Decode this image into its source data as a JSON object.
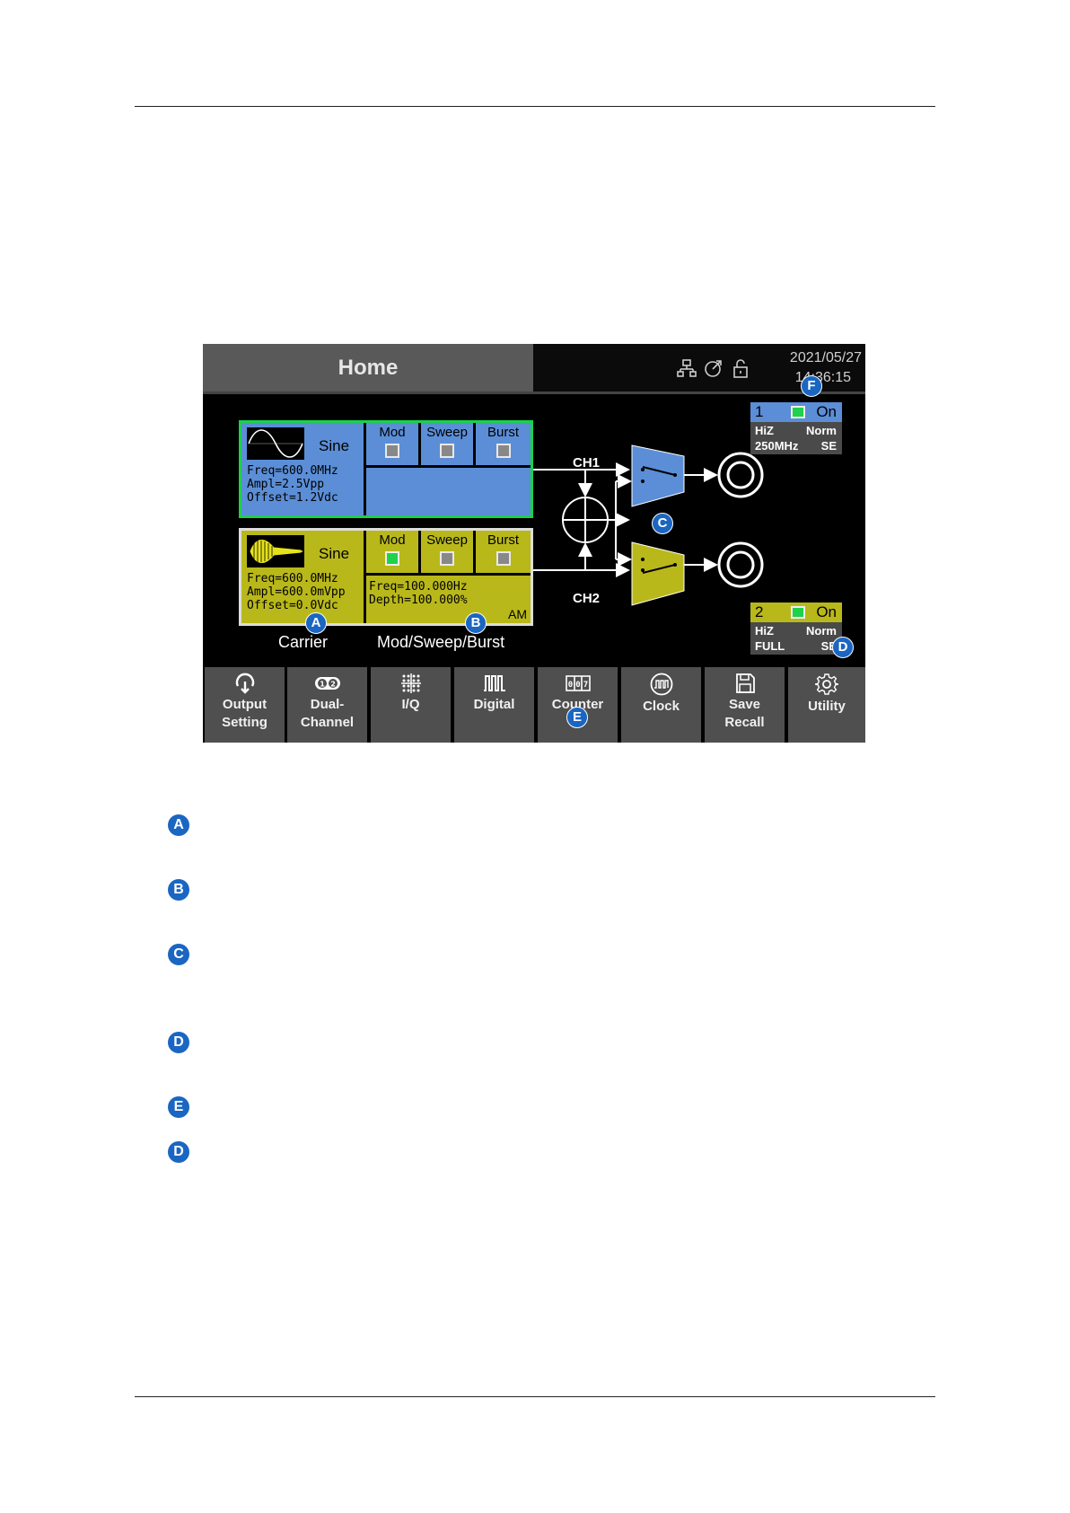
{
  "header": {
    "title": "Home",
    "date": "2021/05/27",
    "time": "14:36:15",
    "icons": [
      "network-icon",
      "remote-icon",
      "lock-icon"
    ]
  },
  "ch1": {
    "waveform": "Sine",
    "freq": "Freq=600.0MHz",
    "ampl": "Ampl=2.5Vpp",
    "offset": "Offset=1.2Vdc",
    "modes": [
      {
        "label": "Mod",
        "checked": false
      },
      {
        "label": "Sweep",
        "checked": false
      },
      {
        "label": "Burst",
        "checked": false
      }
    ],
    "label": "CH1"
  },
  "ch2": {
    "waveform": "Sine",
    "freq": "Freq=600.0MHz",
    "ampl": "Ampl=600.0mVpp",
    "offset": "Offset=0.0Vdc",
    "modes": [
      {
        "label": "Mod",
        "checked": true
      },
      {
        "label": "Sweep",
        "checked": false
      },
      {
        "label": "Burst",
        "checked": false
      }
    ],
    "mod_freq": "Freq=100.000Hz",
    "mod_depth": "Depth=100.000%",
    "mod_type": "AM",
    "label": "CH2"
  },
  "captions": {
    "carrier": "Carrier",
    "mod": "Mod/Sweep/Burst"
  },
  "out1": {
    "num": "1",
    "state": "On",
    "load": "HiZ",
    "mode": "Norm",
    "bw": "250MHz",
    "type": "SE"
  },
  "out2": {
    "num": "2",
    "state": "On",
    "load": "HiZ",
    "mode": "Norm",
    "bw": "FULL",
    "type": "SE"
  },
  "toolbar": [
    {
      "l1": "Output",
      "l2": "Setting",
      "icon": "output-icon"
    },
    {
      "l1": "Dual-",
      "l2": "Channel",
      "icon": "dual-channel-icon"
    },
    {
      "l1": "I/Q",
      "l2": "",
      "icon": "iq-icon"
    },
    {
      "l1": "Digital",
      "l2": "",
      "icon": "digital-icon"
    },
    {
      "l1": "Counter",
      "l2": "",
      "icon": "counter-icon"
    },
    {
      "l1": "Clock",
      "l2": "",
      "icon": "clock-icon"
    },
    {
      "l1": "Save",
      "l2": "Recall",
      "icon": "save-icon"
    },
    {
      "l1": "Utility",
      "l2": "",
      "icon": "gear-icon"
    }
  ],
  "markers": [
    "A",
    "B",
    "C",
    "D",
    "E",
    "F"
  ],
  "legend": [
    "A",
    "B",
    "C",
    "D",
    "E",
    "D"
  ],
  "colors": {
    "ch1": "#5b8ed6",
    "ch2": "#b9b81b",
    "active_border": "#19d24a",
    "marker": "#1a66c2"
  }
}
